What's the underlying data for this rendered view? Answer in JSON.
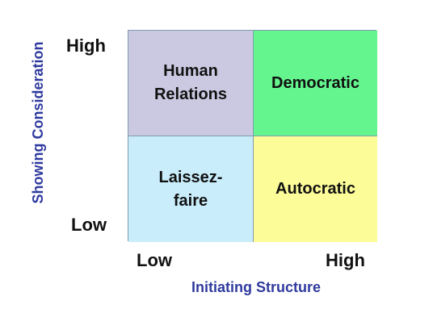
{
  "axes": {
    "y_title": "Showing Consideration",
    "x_title": "Initiating Structure",
    "y_high": "High",
    "y_low": "Low",
    "x_low": "Low",
    "x_high": "High"
  },
  "quadrants": {
    "top_left": {
      "label": "Human Relations",
      "color": "#cbc9e1"
    },
    "top_right": {
      "label": "Democratic",
      "color": "#64f58f"
    },
    "bottom_left": {
      "label": "Laissez-faire",
      "color": "#c9edfb"
    },
    "bottom_right": {
      "label": "Autocratic",
      "color": "#fcfc99"
    }
  },
  "colors": {
    "axis_title": "#2f3a9e",
    "border": "#7f9bb1"
  }
}
